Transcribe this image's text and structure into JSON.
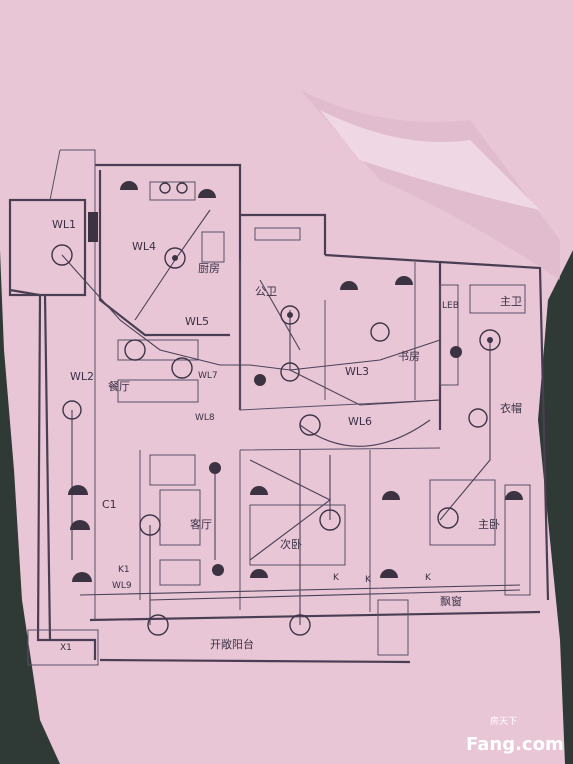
{
  "colors": {
    "paper": "#e8c6d6",
    "ink": "#3d3448",
    "background": "#2f3a36",
    "watermark_accent": "#e03a2f"
  },
  "circuits": {
    "wl1": "WL1",
    "wl2": "WL2",
    "wl3": "WL3",
    "wl4": "WL4",
    "wl5": "WL5",
    "wl6": "WL6",
    "wl7": "WL7",
    "wl8": "WL8",
    "wl9": "WL9",
    "k1": "K1",
    "c1": "C1",
    "k_a": "K",
    "k_b": "K",
    "k_c": "K",
    "leb": "LEB",
    "x1": "X1"
  },
  "rooms": {
    "kitchen": "厨房",
    "bathroom1": "公卫",
    "study": "书房",
    "bathroom2": "主卫",
    "cloakroom": "衣帽",
    "dining": "餐厅",
    "living": "客厅",
    "bedroom": "次卧",
    "master": "主卧",
    "bay_window": "飘窗",
    "balcony": "开敞阳台"
  },
  "watermark": {
    "top": "房天下",
    "brand": "Fang.com"
  }
}
